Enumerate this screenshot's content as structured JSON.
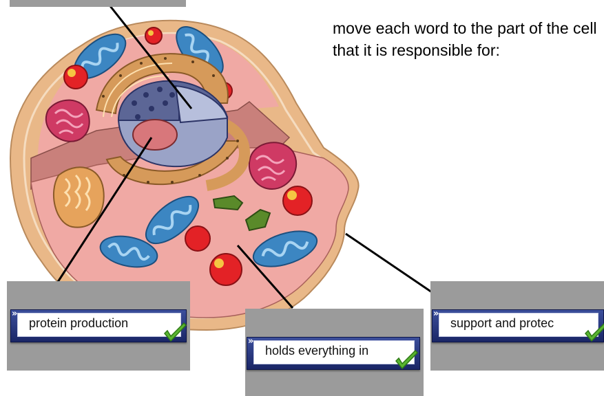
{
  "instructions": "move each word to the part of the cell that it is responsible for:",
  "answers": [
    {
      "label": "protein production",
      "correct": true
    },
    {
      "label": "holds everything in",
      "correct": true
    },
    {
      "label": "support and protec",
      "correct": true
    }
  ],
  "check_icon": "checkmark-icon",
  "grip_icon": "double-chevron-icon",
  "colors": {
    "cytoplasm": "#f0a9a4",
    "cell_membrane": "#e9b888",
    "nucleus": "#9aa3c7",
    "nucleolus": "#d8777b",
    "mitochondria": "#3c86c2",
    "golgi": "#d69a5a",
    "ribosome": "#e32226",
    "lysosome": "#cf3a64",
    "chloroplast_like": "#5a8a2a",
    "tile_border": "#1a2666",
    "check": "#5ab532",
    "gray_box": "#9b9b9b"
  }
}
